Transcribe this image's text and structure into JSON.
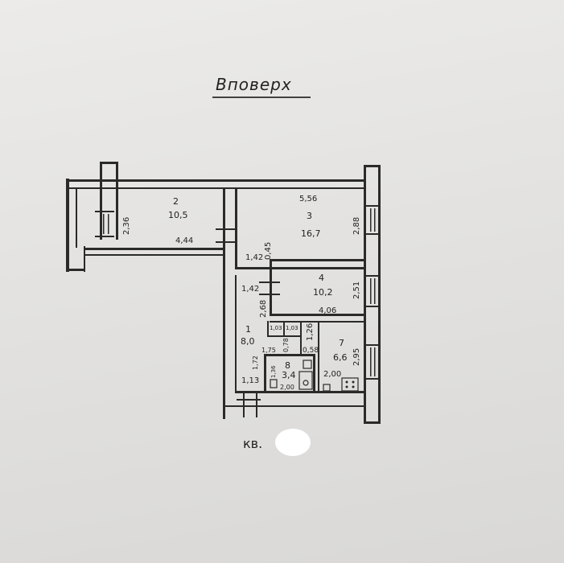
{
  "page": {
    "title": "Вповерх",
    "apartment_label": "кв."
  },
  "rooms": [
    {
      "number": "2",
      "area": "10,5"
    },
    {
      "number": "3",
      "area": "16,7"
    },
    {
      "number": "4",
      "area": "10,2"
    },
    {
      "number": "1",
      "area": "8,0"
    },
    {
      "number": "7",
      "area": "6,6"
    },
    {
      "number": "8",
      "area": "3,4"
    }
  ],
  "dimensions": {
    "d_236": "2,36",
    "d_444": "4,44",
    "d_556": "5,56",
    "d_288": "2,88",
    "d_142a": "1,42",
    "d_045": "0,45",
    "d_142b": "1,42",
    "d_268": "2,68",
    "d_251": "2,51",
    "d_406": "4,06",
    "d_103a": "1,03",
    "d_103b": "1,03",
    "d_126": "1,26",
    "d_175": "1,75",
    "d_078": "0,78",
    "d_058": "0,58",
    "d_295": "2,95",
    "d_172": "1,72",
    "d_136": "1,36",
    "d_113": "1,13",
    "d_200a": "2,00",
    "d_200b": "2,00"
  },
  "colors": {
    "paper": "#e6e5e3",
    "ink": "#2a2a2a",
    "redaction": "#ffffff"
  }
}
